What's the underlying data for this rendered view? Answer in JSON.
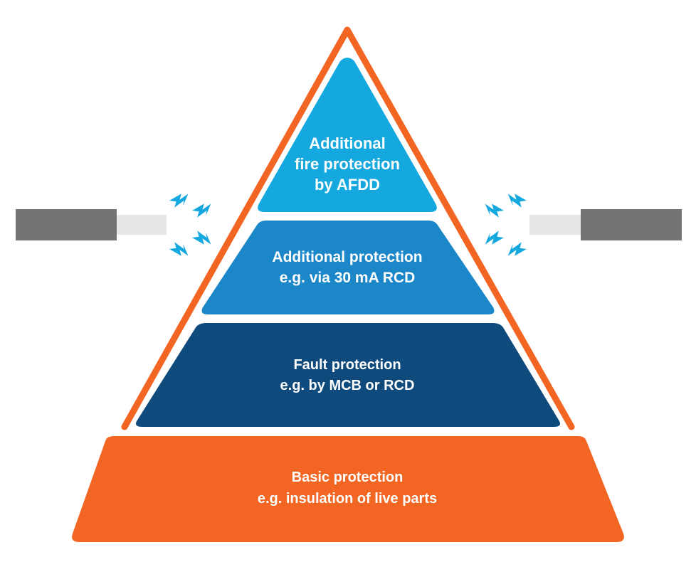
{
  "diagram": {
    "title": "Electrical protection pyramid",
    "colors": {
      "outline": "#F26522",
      "tier_1": "#14A8DF",
      "tier_2": "#1C87C8",
      "tier_3": "#0F4A7C",
      "tier_4": "#F26522",
      "spark": "#14A8DF",
      "cable_sheath": "#737473",
      "cable_conductor": "#E6E7E7",
      "text": "#FFFFFF"
    },
    "tiers": [
      {
        "level": "top",
        "lines": [
          "Additional",
          "fire protection",
          "by AFDD"
        ]
      },
      {
        "level": "upper-middle",
        "lines": [
          "Additional protection",
          "e.g. via 30 mA RCD"
        ]
      },
      {
        "level": "lower-middle",
        "lines": [
          "Fault protection",
          "e.g. by MCB or RCD"
        ]
      },
      {
        "level": "base",
        "lines": [
          "Basic protection",
          "e.g. insulation of live parts"
        ]
      }
    ],
    "icons": {
      "left_cable": "cable-icon",
      "right_cable": "cable-icon",
      "sparks": "lightning-bolt-icon"
    }
  }
}
